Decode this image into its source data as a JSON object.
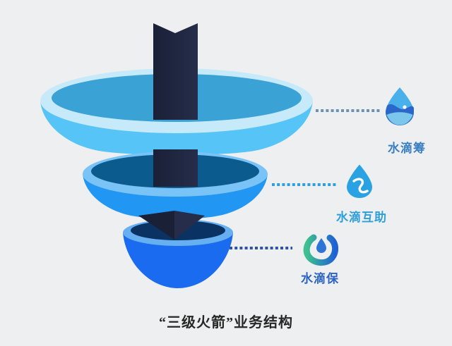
{
  "background": "#EEEFF0",
  "caption": "“三级火箭”业务结构",
  "arrow": {
    "name": "down-arrow-through-funnel",
    "color_dark": "#1A2036",
    "color_mid": "#262D4A"
  },
  "tiers": [
    {
      "label": "水滴筹",
      "label_color": "#3A7FC2",
      "line_color": "#6B90B6",
      "body": "#57C4F7",
      "rim": "#C7EAFB",
      "surface": "#3BA2D6",
      "icon": "waterdrop-wave-icon"
    },
    {
      "label": "水滴互助",
      "label_color": "#2E9FD9",
      "line_color": "#2D9FE0",
      "body": "#2196F3",
      "rim": "#79C3F7",
      "surface": "#0C5B8E",
      "icon": "waterdrop-swirl-icon"
    },
    {
      "label": "水滴保",
      "label_color": "#2C63C4",
      "line_color": "#2B53A8",
      "body": "#1A6BEF",
      "rim": "#66AFF0",
      "surface": "#0A3363",
      "icon": "waterdrop-ring-icon"
    }
  ],
  "icon_colors": {
    "drop1_base": "#49B0E9",
    "drop1_wave_dark": "#2A67C9",
    "drop1_wave_light": "#7CC6EC",
    "drop2_base": "#29A2E3",
    "ring_green": "#3DC18E",
    "ring_blue": "#1F60D5",
    "ring_drop": "#2D74D6"
  }
}
